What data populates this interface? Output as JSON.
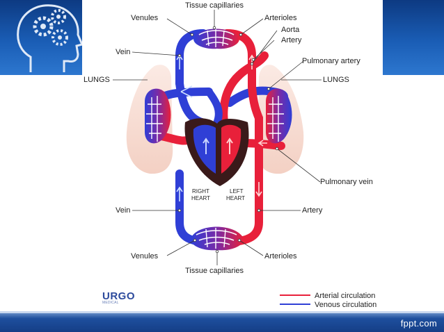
{
  "slide": {
    "footer_brand": "fppt.com",
    "logo_text": "URGO",
    "logo_subtext": "MEDICAL"
  },
  "labels": {
    "tissue_capillaries_top": "Tissue capillaries",
    "venules_top": "Venules",
    "arterioles_top": "Arterioles",
    "aorta": "Aorta",
    "artery_top": "Artery",
    "vein_top": "Vein",
    "pulmonary_artery": "Pulmonary artery",
    "lungs_left": "LUNGS",
    "lungs_right": "LUNGS",
    "pulmonary_vein": "Pulmonary vein",
    "right_heart_1": "RIGHT",
    "right_heart_2": "HEART",
    "left_heart_1": "LEFT",
    "left_heart_2": "HEART",
    "vein_bottom": "Vein",
    "artery_bottom": "Artery",
    "venules_bottom": "Venules",
    "arterioles_bottom": "Arterioles",
    "tissue_capillaries_bottom": "Tissue capillaries"
  },
  "legend": {
    "arterial": "Arterial circulation",
    "venous": "Venous circulation",
    "arterial_color": "#e8203a",
    "venous_color": "#2f3fd6"
  },
  "colors": {
    "red": "#e8203a",
    "blue": "#2f3fd6",
    "purple": "#7a2aa6",
    "heart_dark": "#3a1a1a",
    "lung": "#f6d9cf"
  }
}
